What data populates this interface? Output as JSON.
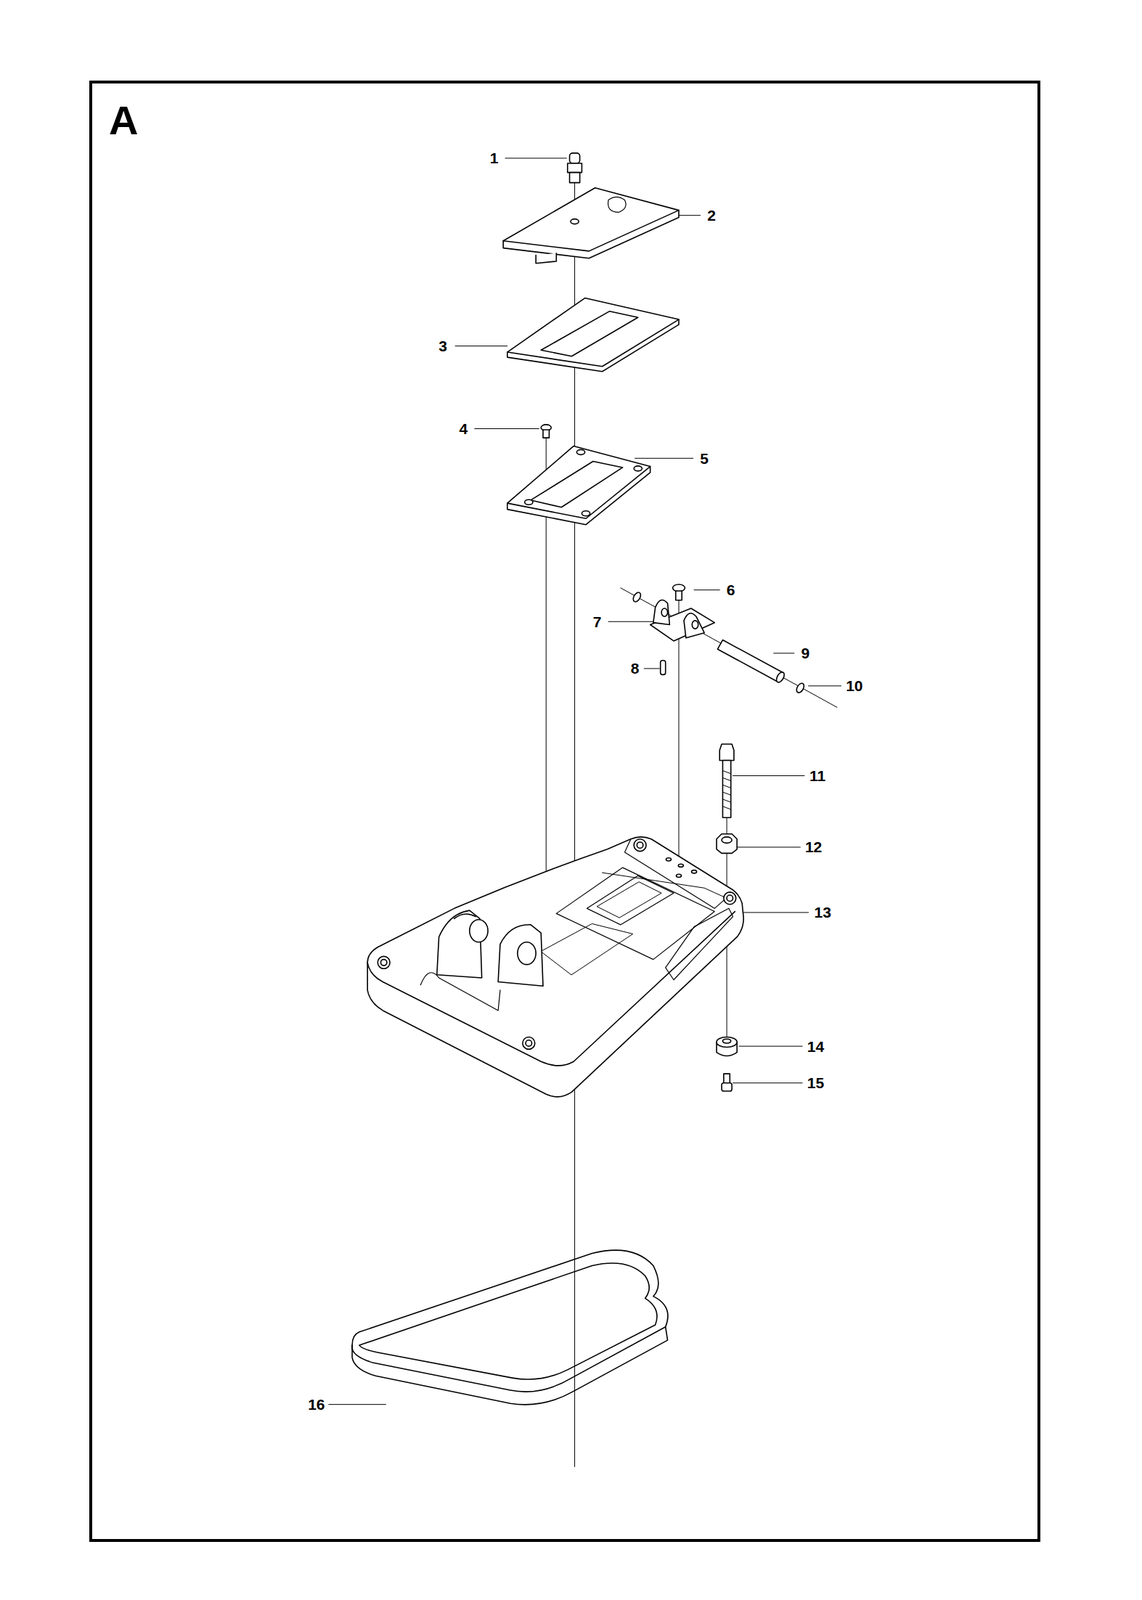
{
  "diagram": {
    "labels": [
      "A",
      "1",
      "2",
      "3",
      "4",
      "5",
      "6",
      "7",
      "8",
      "9",
      "10",
      "11",
      "12",
      "13",
      "14",
      "15",
      "16"
    ]
  }
}
